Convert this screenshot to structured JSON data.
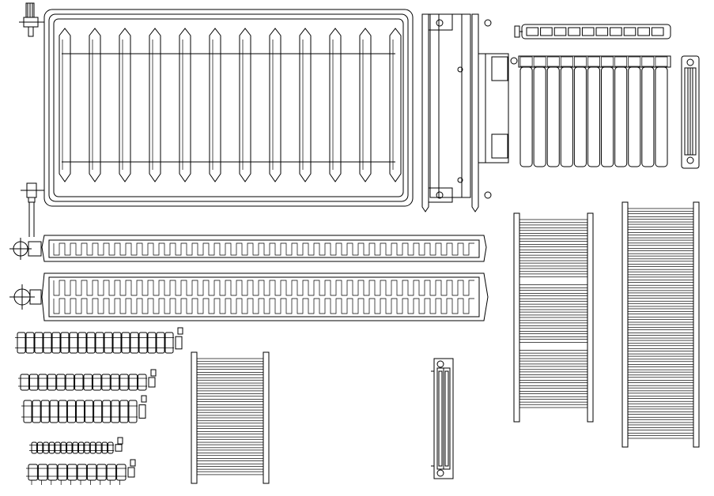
{
  "drawing": {
    "background": "#ffffff",
    "line_color": "#000000",
    "text_labels": []
  },
  "components": [
    {
      "name": "panel-radiator-front",
      "fins": 12
    },
    {
      "name": "panel-radiator-side-view"
    },
    {
      "name": "sectional-radiator-top-view",
      "sections": 10
    },
    {
      "name": "sectional-radiator-front",
      "sections": 11
    },
    {
      "name": "radiator-end-view"
    },
    {
      "name": "single-panel-plan"
    },
    {
      "name": "double-panel-plan"
    },
    {
      "name": "column-radiator-row",
      "sections": 18
    },
    {
      "name": "column-radiator-row",
      "sections": 14
    },
    {
      "name": "column-radiator-row",
      "sections": 13
    },
    {
      "name": "column-radiator-row",
      "sections": 14
    },
    {
      "name": "column-radiator-row",
      "sections": 10
    },
    {
      "name": "towel-radiator-small",
      "bars": 22
    },
    {
      "name": "slim-radiator-side"
    },
    {
      "name": "towel-radiator-medium",
      "bars": 36
    },
    {
      "name": "towel-radiator-large",
      "bars": 44
    }
  ]
}
